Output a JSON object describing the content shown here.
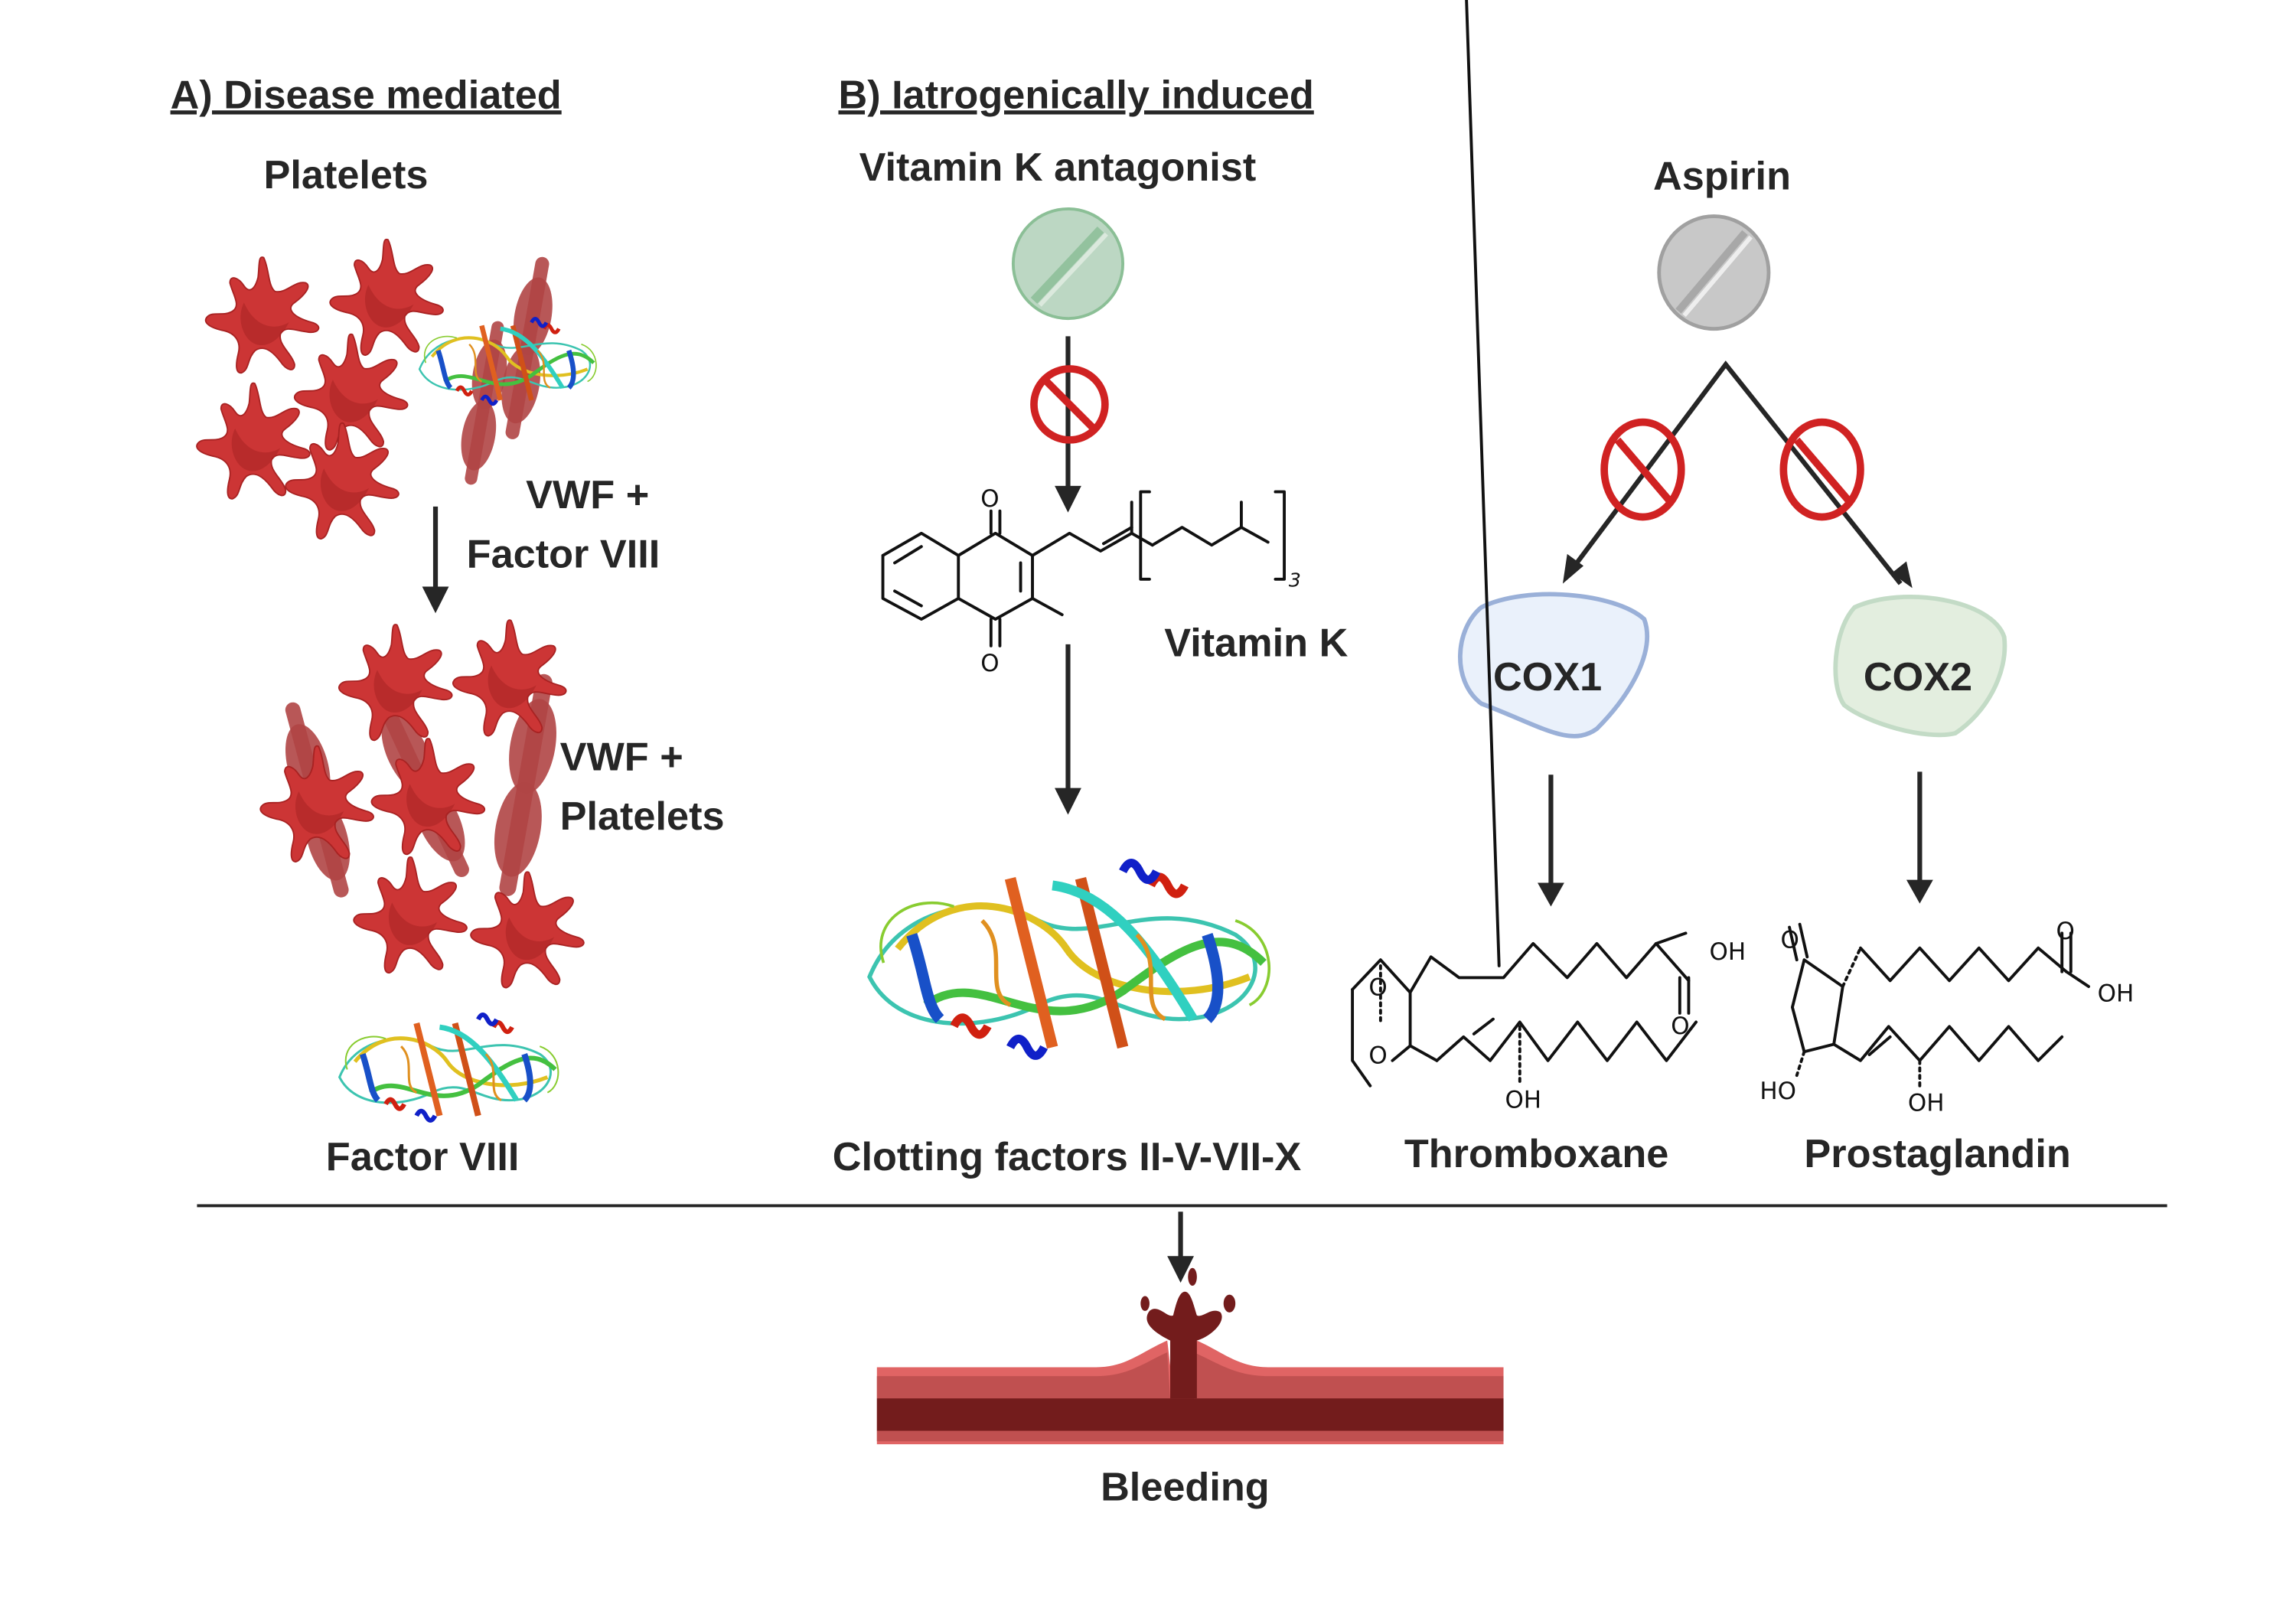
{
  "figure": {
    "section_a": {
      "heading": "A) Disease mediated",
      "platelets_label": "Platelets",
      "step1_label_line1": "VWF +",
      "step1_label_line2": "Factor VIII",
      "step2_label_line1": "VWF +",
      "step2_label_line2": "Platelets",
      "factor_label": "Factor VIII"
    },
    "section_b": {
      "heading": "B) Iatrogenically induced",
      "vka": {
        "drug_label": "Vitamin K antagonist",
        "pill_color": "#bcd7c3",
        "target_label": "Vitamin K",
        "repeat_subscript": "3",
        "atom_O_top": "O",
        "atom_O_bottom": "O",
        "product_label": "Clotting factors II-V-VII-X"
      },
      "aspirin": {
        "drug_label": "Aspirin",
        "pill_color": "#c8c8c8",
        "enzymes": [
          {
            "label": "COX1",
            "fill": "#eaf1fb",
            "stroke": "#9ab0d8"
          },
          {
            "label": "COX2",
            "fill": "#e3eedf",
            "stroke": "#c3dbc6"
          }
        ],
        "products": [
          {
            "label": "Thromboxane",
            "atoms": [
              "OH",
              "O",
              "O",
              "O",
              "OH"
            ]
          },
          {
            "label": "Prostaglandin",
            "atoms": [
              "O",
              "O",
              "OH",
              "HO",
              "OH"
            ]
          }
        ]
      },
      "inhibit_color": "#d02222"
    },
    "outcome": {
      "label": "Bleeding"
    }
  }
}
